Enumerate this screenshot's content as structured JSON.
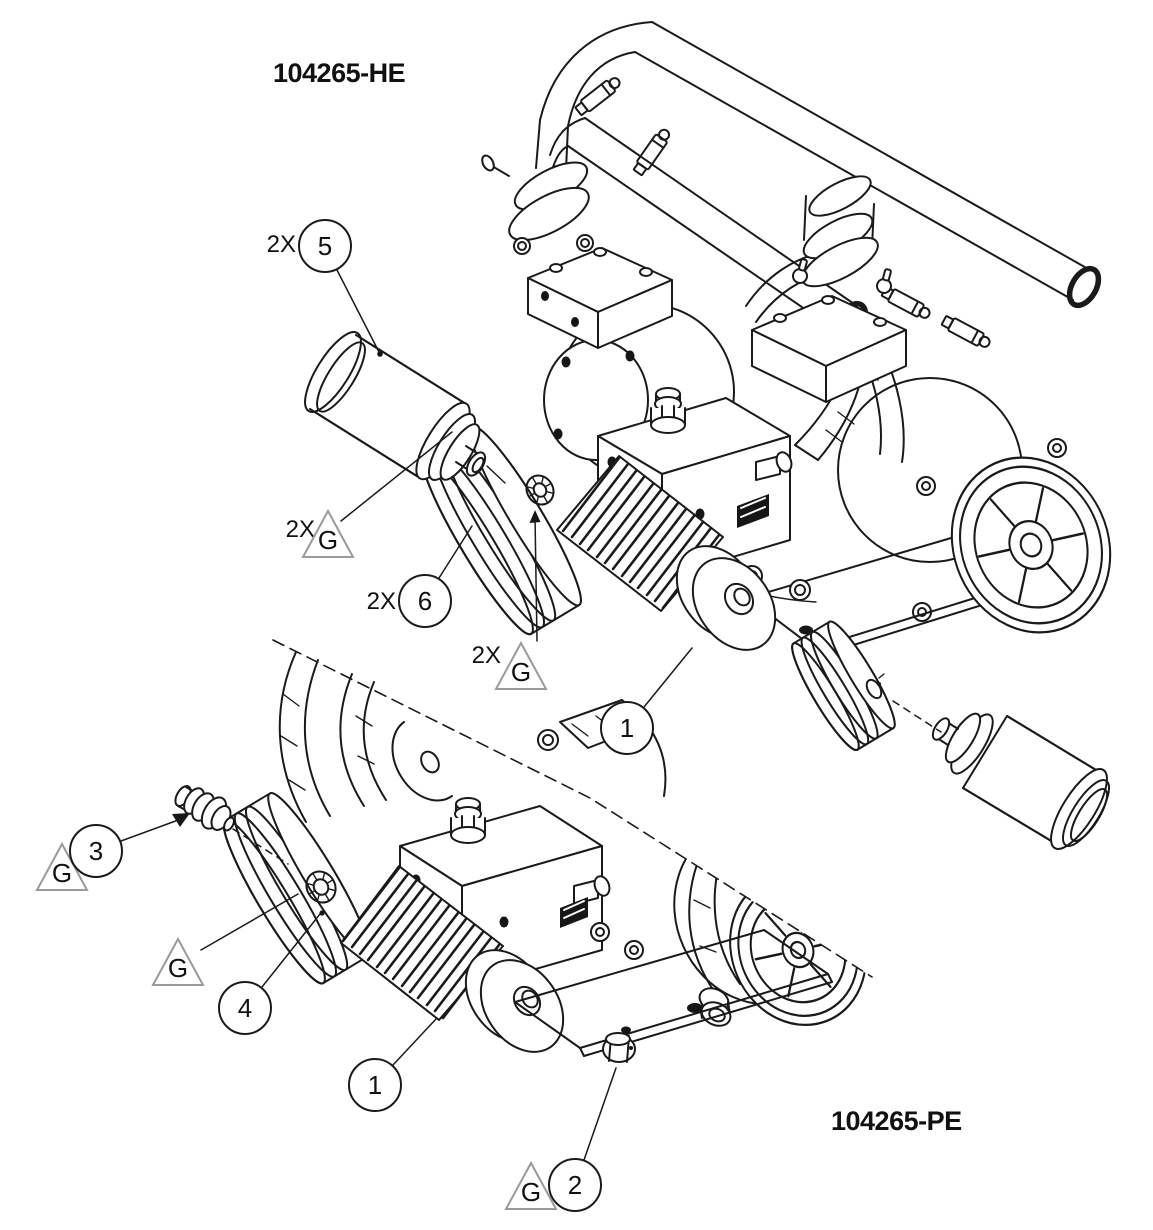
{
  "diagram": {
    "type": "exploded-parts-diagram",
    "background": "#ffffff",
    "line_color": "#1a1a1a",
    "triangle_outline_color": "#9a9a9a",
    "assemblies": [
      {
        "id": "HE",
        "label": "104265-HE"
      },
      {
        "id": "PE",
        "label": "104265-PE"
      }
    ],
    "callouts": [
      {
        "id": "balloon-5",
        "shape": "circle",
        "label": "5",
        "qty": "2X"
      },
      {
        "id": "grease-he-muffler",
        "shape": "triangle",
        "label": "G",
        "qty": "2X"
      },
      {
        "id": "balloon-6",
        "shape": "circle",
        "label": "6",
        "qty": "2X"
      },
      {
        "id": "grease-he-pulley",
        "shape": "triangle",
        "label": "G",
        "qty": "2X"
      },
      {
        "id": "balloon-1-he",
        "shape": "circle",
        "label": "1",
        "qty": ""
      },
      {
        "id": "balloon-3",
        "shape": "circle",
        "label": "3",
        "qty": ""
      },
      {
        "id": "grease-pe-plug3",
        "shape": "triangle",
        "label": "G",
        "qty": ""
      },
      {
        "id": "grease-pe-hub",
        "shape": "triangle",
        "label": "G",
        "qty": ""
      },
      {
        "id": "balloon-4",
        "shape": "circle",
        "label": "4",
        "qty": ""
      },
      {
        "id": "balloon-1-pe",
        "shape": "circle",
        "label": "1",
        "qty": ""
      },
      {
        "id": "balloon-2",
        "shape": "circle",
        "label": "2",
        "qty": ""
      },
      {
        "id": "grease-pe-plug2",
        "shape": "triangle",
        "label": "G",
        "qty": ""
      }
    ]
  }
}
